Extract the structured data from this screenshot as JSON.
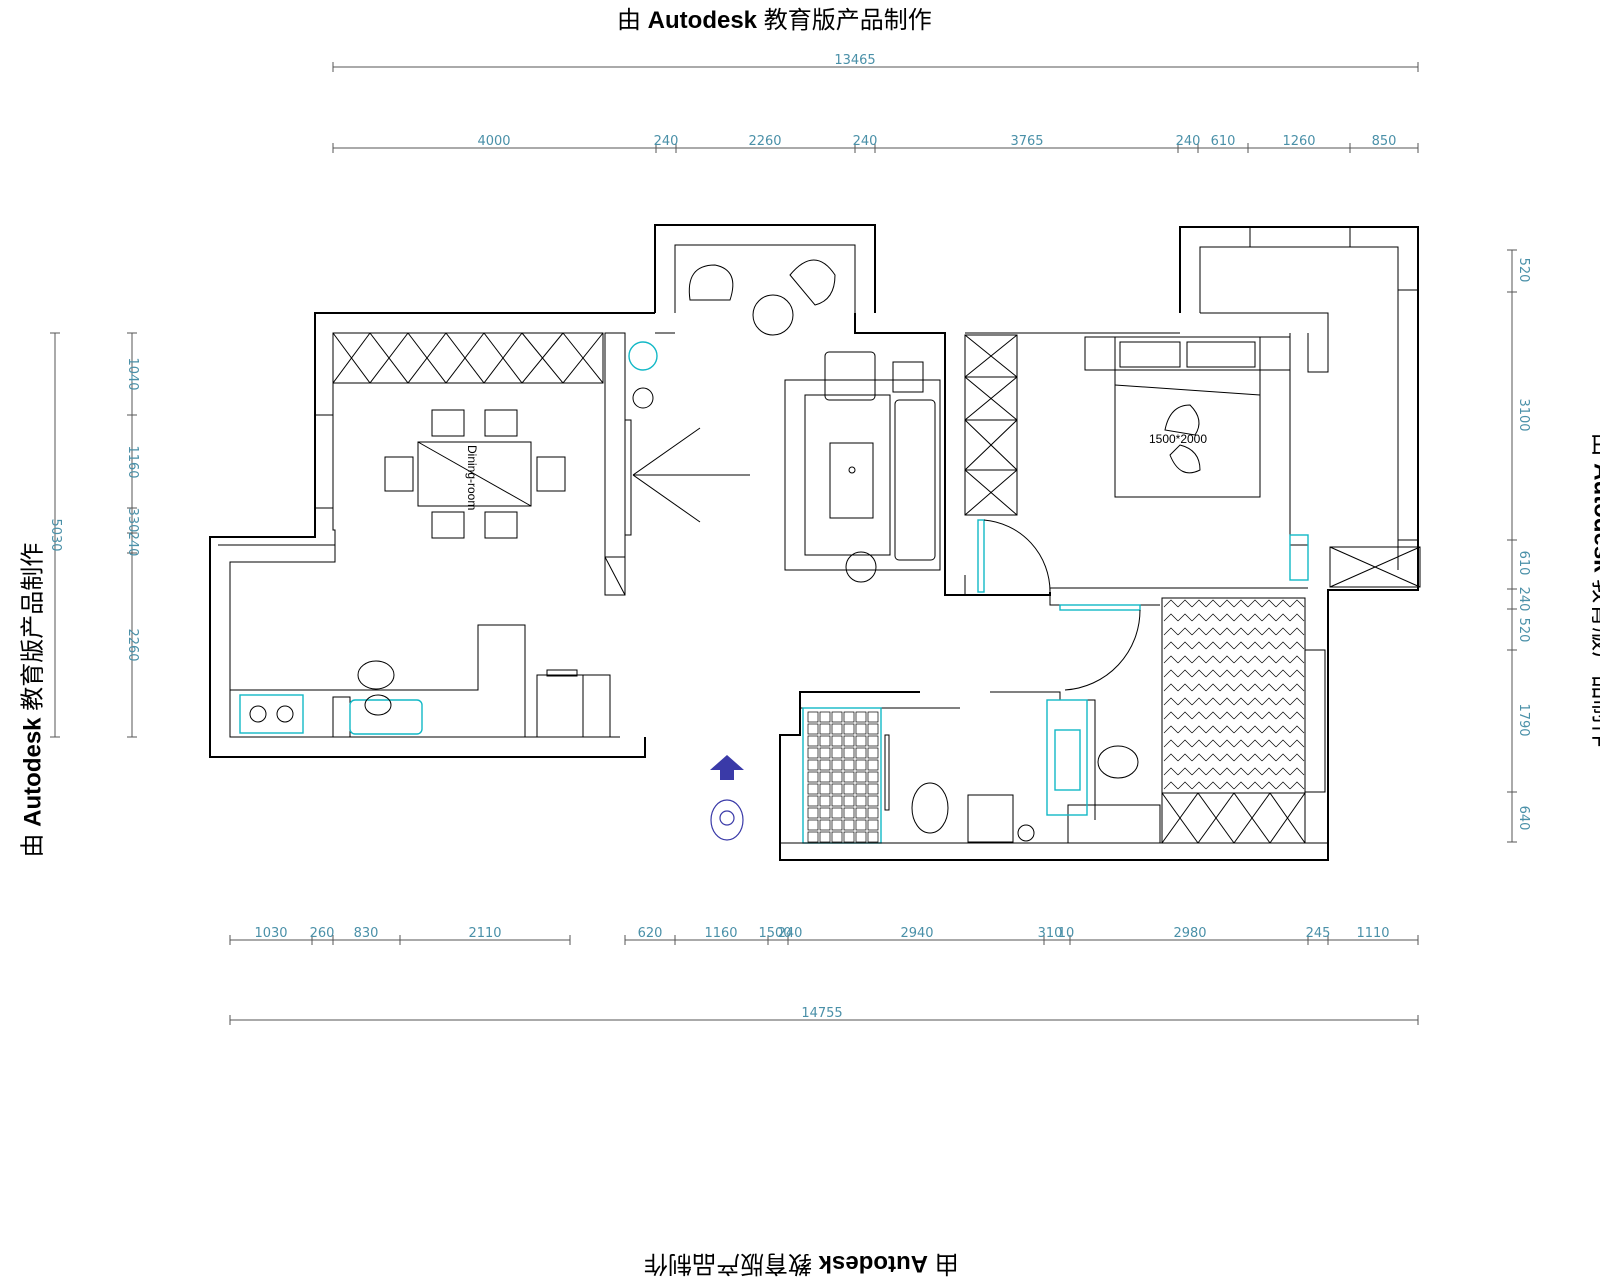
{
  "watermark": {
    "prefix": "由",
    "brand": "Autodesk",
    "suffix": "教育版产品制作"
  },
  "dimensions": {
    "top_total": "13465",
    "top_segments": [
      "4000",
      "240",
      "2260",
      "240",
      "3765",
      "240",
      "610",
      "1260",
      "850"
    ],
    "bottom_total": "14755",
    "bottom_segments": [
      "1030",
      "260",
      "830",
      "2110",
      "620",
      "1160",
      "1500",
      "240",
      "2940",
      "310",
      "10",
      "2980",
      "245",
      "1110"
    ],
    "left_total": "5030",
    "left_segments": [
      "1040",
      "1160",
      "330",
      "240",
      "2260"
    ],
    "right_segments": [
      "520",
      "3100",
      "610",
      "240",
      "520",
      "1790",
      "640"
    ]
  },
  "labels": {
    "dining_room": "Dining-room",
    "bed_size": "1500*2000"
  },
  "colors": {
    "dimension": "#4a90a8",
    "fixture": "#12b8c6",
    "entry_arrow": "#3a3aa8"
  }
}
